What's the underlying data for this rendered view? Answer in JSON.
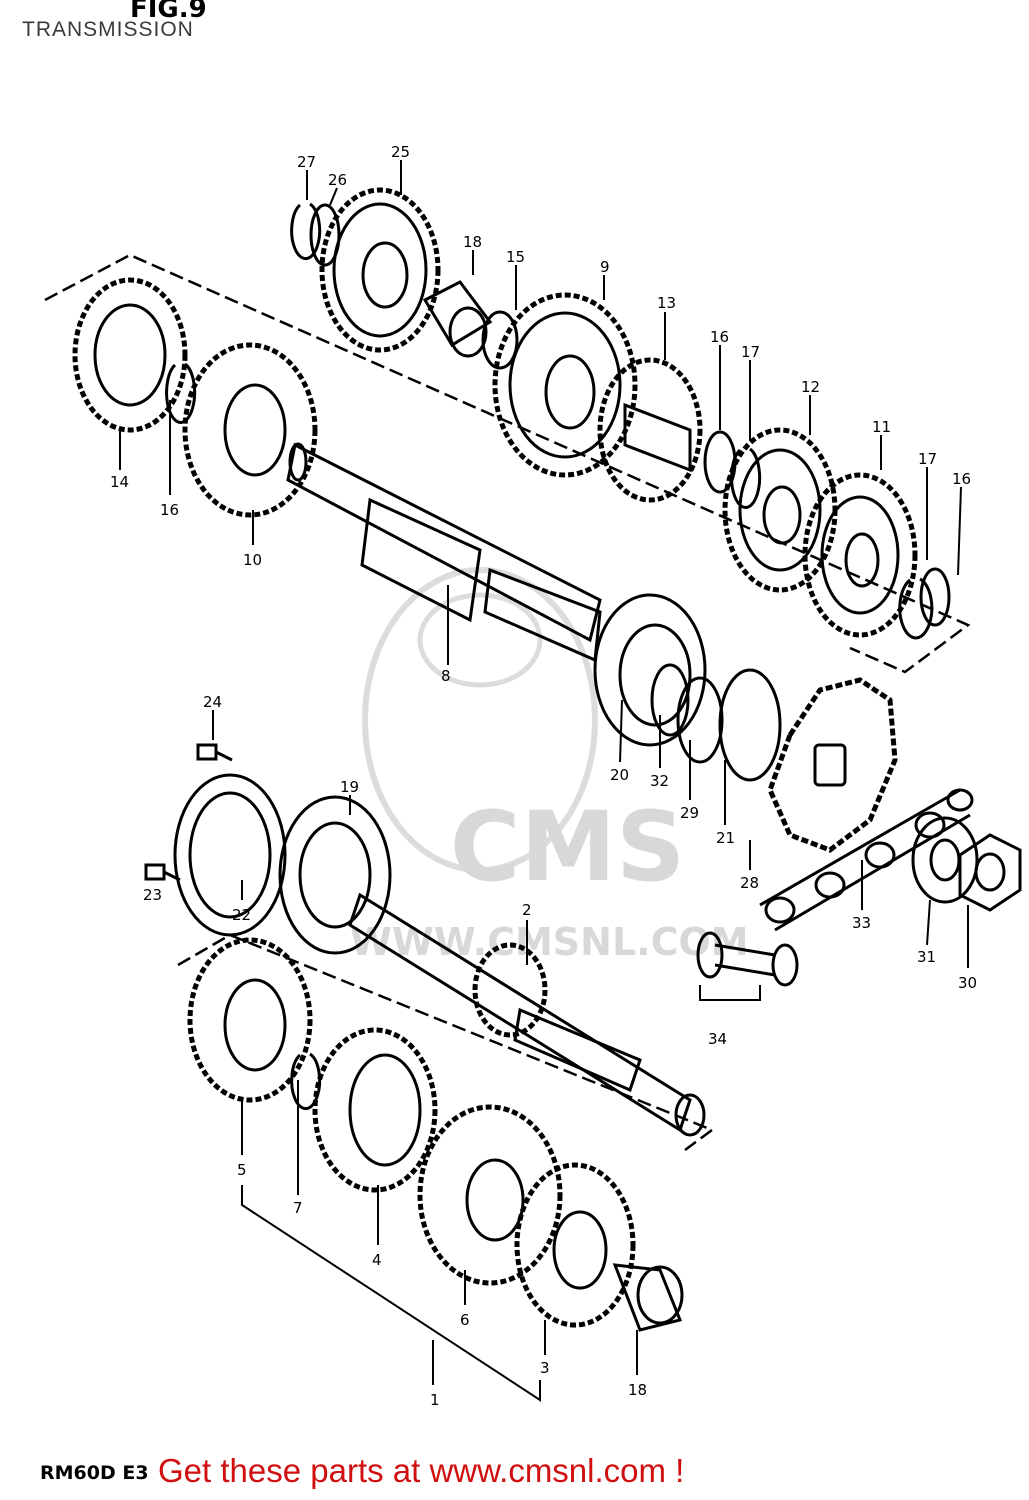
{
  "figure": {
    "fig_label": "FIG.9",
    "title": "TRANSMISSION",
    "model": "RM60D E3"
  },
  "watermark": {
    "logo_text": "CMS",
    "url_text": "WWW.CMSNL.COM"
  },
  "footer": {
    "link_text": "Get these parts at www.cmsnl.com !"
  },
  "callouts": {
    "c27": "27",
    "c26": "26",
    "c25": "25",
    "c18": "18",
    "c15": "15",
    "c9": "9",
    "c13": "13",
    "c16a": "16",
    "c17a": "17",
    "c12": "12",
    "c11": "11",
    "c17b": "17",
    "c16b": "16",
    "c14": "14",
    "c16c": "16",
    "c10": "10",
    "c8": "8",
    "c24": "24",
    "c19": "19",
    "c20": "20",
    "c32": "32",
    "c29": "29",
    "c21": "21",
    "c28": "28",
    "c33": "33",
    "c31": "31",
    "c30": "30",
    "c23": "23",
    "c22": "22",
    "c2": "2",
    "c34": "34",
    "c5": "5",
    "c7": "7",
    "c4": "4",
    "c6": "6",
    "c3": "3",
    "c1": "1",
    "c18b": "18"
  },
  "colors": {
    "line": "#000000",
    "footer_link": "#d01010",
    "watermark": "#d8d8d8"
  }
}
